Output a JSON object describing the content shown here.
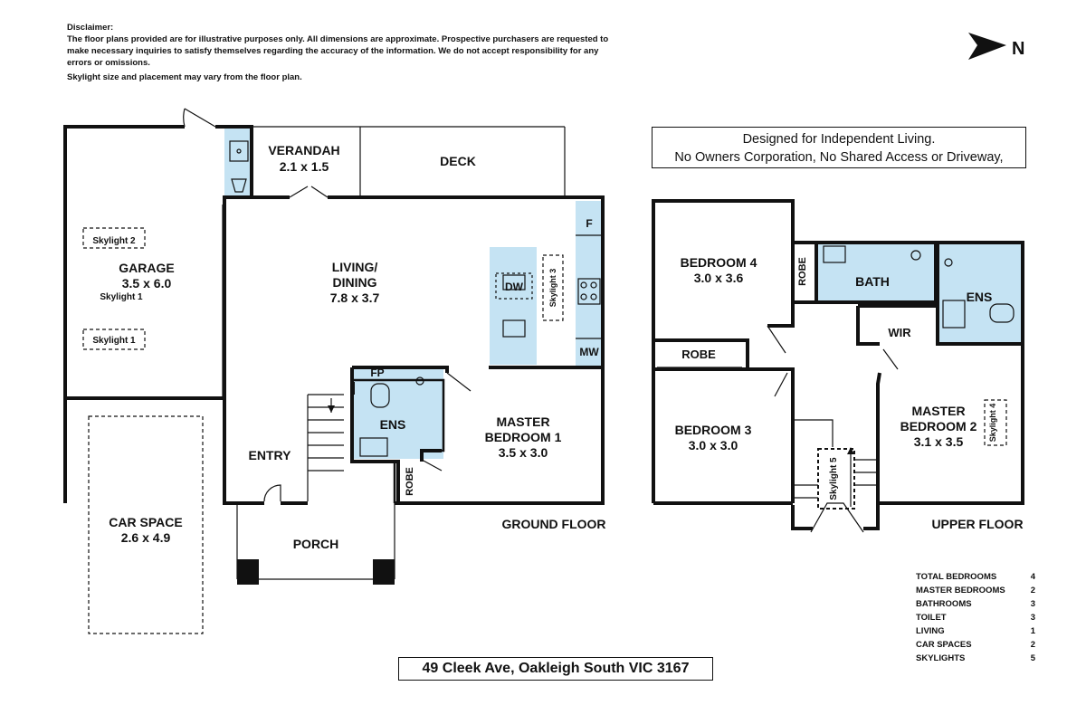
{
  "disclaimer": {
    "heading": "Disclaimer:",
    "body": "The floor plans provided are for illustrative purposes only. All dimensions are approximate. Prospective purchasers are requested to make necessary inquiries to satisfy themselves regarding the accuracy of the information. We do not accept responsibility for any errors or omissions.",
    "skylight_note": "Skylight size and placement may vary from the floor plan."
  },
  "compass": {
    "label": "N"
  },
  "banner": {
    "line1": "Designed for Independent Living.",
    "line2": "No Owners Corporation, No Shared Access or Driveway,"
  },
  "ground_floor": {
    "title": "GROUND FLOOR",
    "garage": {
      "name": "GARAGE",
      "dims": "3.5 x 6.0",
      "skylight_a": "Skylight 2",
      "skylight_b": "Skylight 1",
      "skylight_c": "Skylight 1"
    },
    "verandah": {
      "name": "VERANDAH",
      "dims": "2.1 x 1.5"
    },
    "deck": {
      "name": "DECK"
    },
    "living": {
      "name": "LIVING/",
      "name2": "DINING",
      "dims": "7.8 x 3.7"
    },
    "kitchen": {
      "dw": "DW",
      "skylight": "Skylight 3",
      "fridge": "F",
      "mw": "MW"
    },
    "fp": "FP",
    "ens": "ENS",
    "robe": "ROBE",
    "master": {
      "name": "MASTER",
      "name2": "BEDROOM 1",
      "dims": "3.5 x 3.0"
    },
    "entry": "ENTRY",
    "porch": "PORCH",
    "car_space": {
      "name": "CAR SPACE",
      "dims": "2.6 x 4.9"
    }
  },
  "upper_floor": {
    "title": "UPPER FLOOR",
    "bedroom4": {
      "name": "BEDROOM 4",
      "dims": "3.0 x 3.6"
    },
    "robe_a": "ROBE",
    "bath": "BATH",
    "ens": "ENS",
    "wir": "WIR",
    "robe_b": "ROBE",
    "bedroom3": {
      "name": "BEDROOM 3",
      "dims": "3.0 x 3.0"
    },
    "master2": {
      "name": "MASTER",
      "name2": "BEDROOM 2",
      "dims": "3.1 x 3.5",
      "skylight": "Skylight 4"
    },
    "skylight5": "Skylight 5"
  },
  "summary": [
    {
      "label": "TOTAL BEDROOMS",
      "value": "4"
    },
    {
      "label": "MASTER BEDROOMS",
      "value": "2"
    },
    {
      "label": "BATHROOMS",
      "value": "3"
    },
    {
      "label": "TOILET",
      "value": "3"
    },
    {
      "label": "LIVING",
      "value": "1"
    },
    {
      "label": "CAR SPACES",
      "value": "2"
    },
    {
      "label": "SKYLIGHTS",
      "value": "5"
    }
  ],
  "address": "49 Cleek Ave, Oakleigh South VIC 3167",
  "colors": {
    "wet_area": "#c5e3f3",
    "wall": "#111111"
  }
}
